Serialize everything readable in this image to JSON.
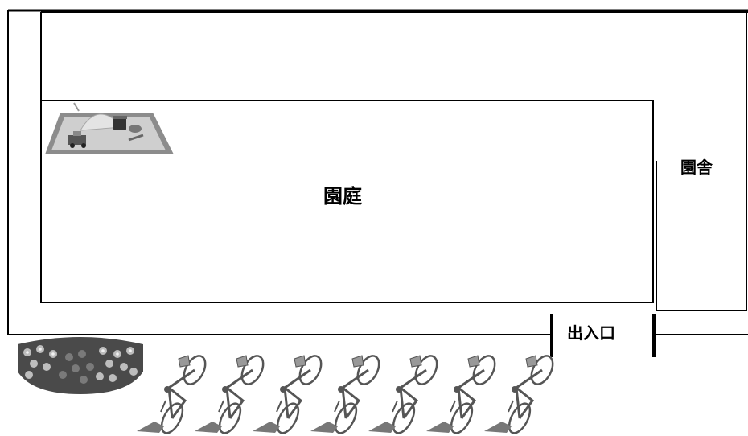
{
  "labels": {
    "garden": "園庭",
    "building": "園舎",
    "entrance": "出入口"
  },
  "icons": {
    "sandbox": "sandbox-icon",
    "flowerbed": "flowerbed-icon",
    "bicycle": "bicycle-icon"
  },
  "bicycle_count": 7,
  "colors": {
    "line": "#000000",
    "sand_frame": "#9a9a9a",
    "sand": "#d0d0d0",
    "bicycle": "#555555"
  }
}
